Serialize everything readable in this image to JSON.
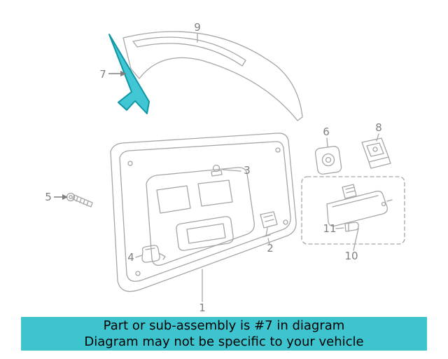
{
  "diagram": {
    "labels": [
      "1",
      "2",
      "3",
      "4",
      "5",
      "6",
      "7",
      "8",
      "9",
      "10",
      "11"
    ],
    "highlight_color": "#41c7d4",
    "highlight_stroke": "#0d96a6",
    "line_color": "#a6a6a6",
    "label_color": "#7f7f7f"
  },
  "caption": {
    "line1": "Part or sub-assembly is #7 in diagram",
    "line2": "Diagram may not be specific to your vehicle",
    "bg_color": "#3ec4cf",
    "text_color": "#000000"
  }
}
